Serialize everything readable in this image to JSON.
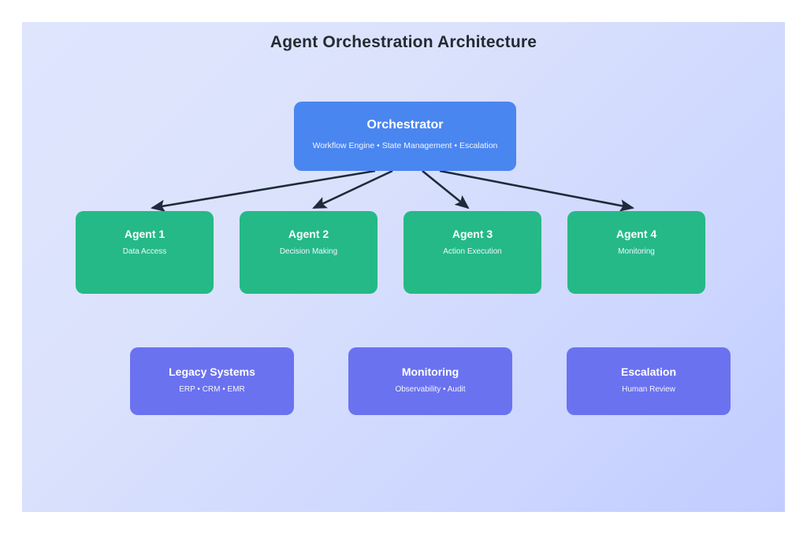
{
  "diagram": {
    "title": "Agent Orchestration Architecture",
    "colors": {
      "background_start": "#dfe5fd",
      "background_end": "#c2ccff",
      "orchestrator": "#4a86f0",
      "agent": "#25b987",
      "support": "#6b72f0",
      "arrow": "#1d2b3a",
      "title_text": "#232b33",
      "node_text": "#ffffff"
    },
    "orchestrator": {
      "title": "Orchestrator",
      "subtitle": "Workflow Engine • State Management • Escalation"
    },
    "agents": [
      {
        "title": "Agent 1",
        "subtitle": "Data Access"
      },
      {
        "title": "Agent 2",
        "subtitle": "Decision Making"
      },
      {
        "title": "Agent 3",
        "subtitle": "Action Execution"
      },
      {
        "title": "Agent 4",
        "subtitle": "Monitoring"
      }
    ],
    "support": [
      {
        "title": "Legacy Systems",
        "subtitle": "ERP • CRM • EMR"
      },
      {
        "title": "Monitoring",
        "subtitle": "Observability • Audit"
      },
      {
        "title": "Escalation",
        "subtitle": "Human Review"
      }
    ],
    "connections": [
      {
        "from": "Orchestrator",
        "to": "Agent 1",
        "style": "solid-arrow"
      },
      {
        "from": "Orchestrator",
        "to": "Agent 2",
        "style": "solid-arrow"
      },
      {
        "from": "Orchestrator",
        "to": "Agent 3",
        "style": "solid-arrow"
      },
      {
        "from": "Orchestrator",
        "to": "Agent 4",
        "style": "solid-arrow"
      }
    ]
  }
}
